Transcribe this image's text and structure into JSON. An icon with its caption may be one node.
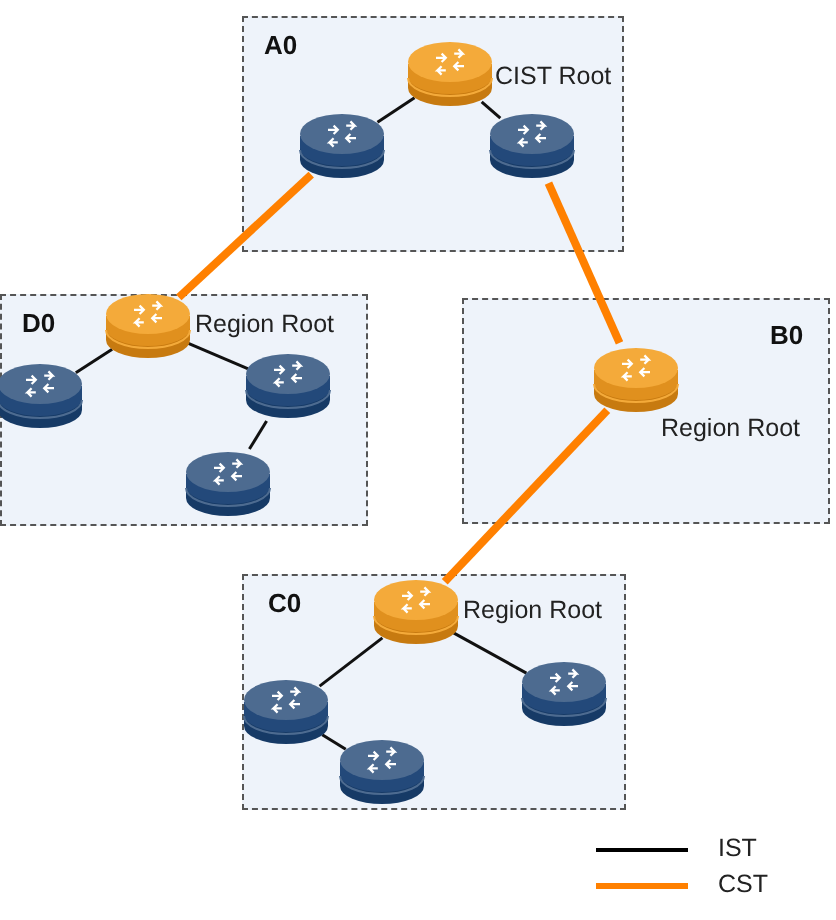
{
  "diagram": {
    "nodes": [
      {
        "text": [
          "A0"
        ]
      },
      {
        "text": [
          "CIST Root"
        ],
        "in": 0
      },
      {
        "text": [],
        "shape": "router",
        "in": 0
      },
      {
        "text": [],
        "shape": "router",
        "in": 0
      },
      {
        "text": [
          "D0"
        ]
      },
      {
        "text": [
          "Region Root"
        ],
        "in": 4
      },
      {
        "text": [],
        "shape": "router",
        "in": 4
      },
      {
        "text": [],
        "shape": "router",
        "in": 4
      },
      {
        "text": [],
        "shape": "router",
        "in": 4
      },
      {
        "text": [
          "B0"
        ]
      },
      {
        "text": [
          "Region Root"
        ],
        "in": 9
      },
      {
        "text": [
          "C0"
        ]
      },
      {
        "text": [
          "Region Root"
        ],
        "in": 11
      },
      {
        "text": [],
        "shape": "router",
        "in": 11
      },
      {
        "text": [],
        "shape": "router",
        "in": 11
      },
      {
        "text": [],
        "shape": "router",
        "in": 11
      }
    ],
    "edges": [
      {
        "from": 1,
        "to": 2,
        "arrow": "none"
      },
      {
        "from": 1,
        "to": 3,
        "arrow": "none"
      },
      {
        "from": 2,
        "to": 5,
        "arrow": "none",
        "style": "thick",
        "color": "#ff8000"
      },
      {
        "from": 3,
        "to": 10,
        "arrow": "none",
        "style": "thick",
        "color": "#ff8000"
      },
      {
        "from": 5,
        "to": 6,
        "arrow": "none"
      },
      {
        "from": 5,
        "to": 7,
        "arrow": "none"
      },
      {
        "from": 7,
        "to": 8,
        "arrow": "none"
      },
      {
        "from": 10,
        "to": 12,
        "arrow": "none",
        "style": "thick",
        "color": "#ff8000"
      },
      {
        "from": 12,
        "to": 13,
        "arrow": "none"
      },
      {
        "from": 12,
        "to": 14,
        "arrow": "none"
      },
      {
        "from": 13,
        "to": 15,
        "arrow": "none"
      }
    ],
    "legend": [
      {
        "text": "IST",
        "color": "#000000"
      },
      {
        "text": "CST",
        "color": "#ff8000"
      }
    ]
  }
}
